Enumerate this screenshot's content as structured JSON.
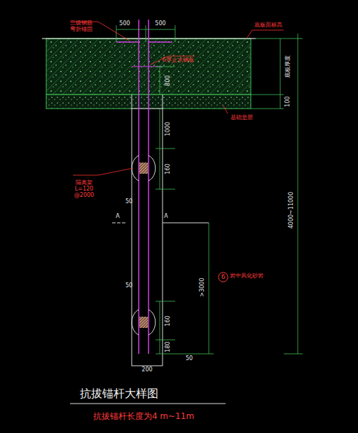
{
  "diagram": {
    "title": "抗拔锚杆大样图",
    "caption": "抗拔锚杆长度为4 m~11m",
    "nodes": [
      {
        "text": [
          "6"
        ]
      }
    ],
    "labels": [
      "500",
      "500",
      "三级钢筋 弯折锚固",
      "底板面标高",
      "6厚止水钢板",
      "800",
      "底板厚度",
      "100",
      "基础垫层",
      "1000",
      "160",
      "隔离架 L=120 @2000",
      "50",
      "A",
      "A",
      ">3000",
      "岩中风化砂岩",
      "50",
      "160",
      "180",
      "50",
      "4000~11000",
      "200"
    ]
  }
}
